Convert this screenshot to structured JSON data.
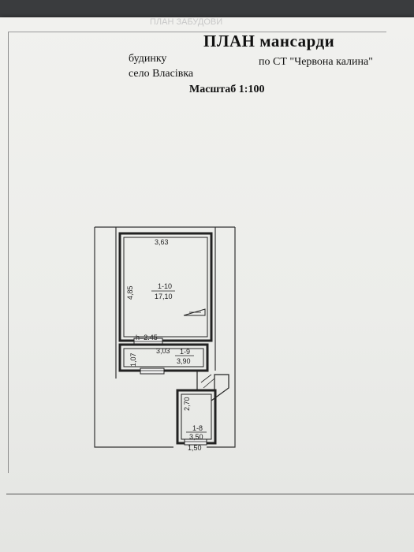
{
  "header": {
    "ghost_text": "ПЛАН ЗАБУДОВИ",
    "title": "ПЛАН мансарди",
    "line1": "будинку",
    "line2": "по СТ \"Червона калина\"",
    "line3": "село   Власівка",
    "scale": "Масштаб 1:100"
  },
  "plan": {
    "room_1_10": {
      "number": "1-10",
      "area": "17,10",
      "width": "3,63",
      "length": "4,85"
    },
    "ceiling_height": "h=2.45",
    "room_1_9": {
      "number": "1-9",
      "area": "3,90",
      "width": "3,03",
      "length": "1,07"
    },
    "room_1_8": {
      "number": "1-8",
      "area": "3,50",
      "width": "1,50",
      "length": "2,70"
    }
  }
}
